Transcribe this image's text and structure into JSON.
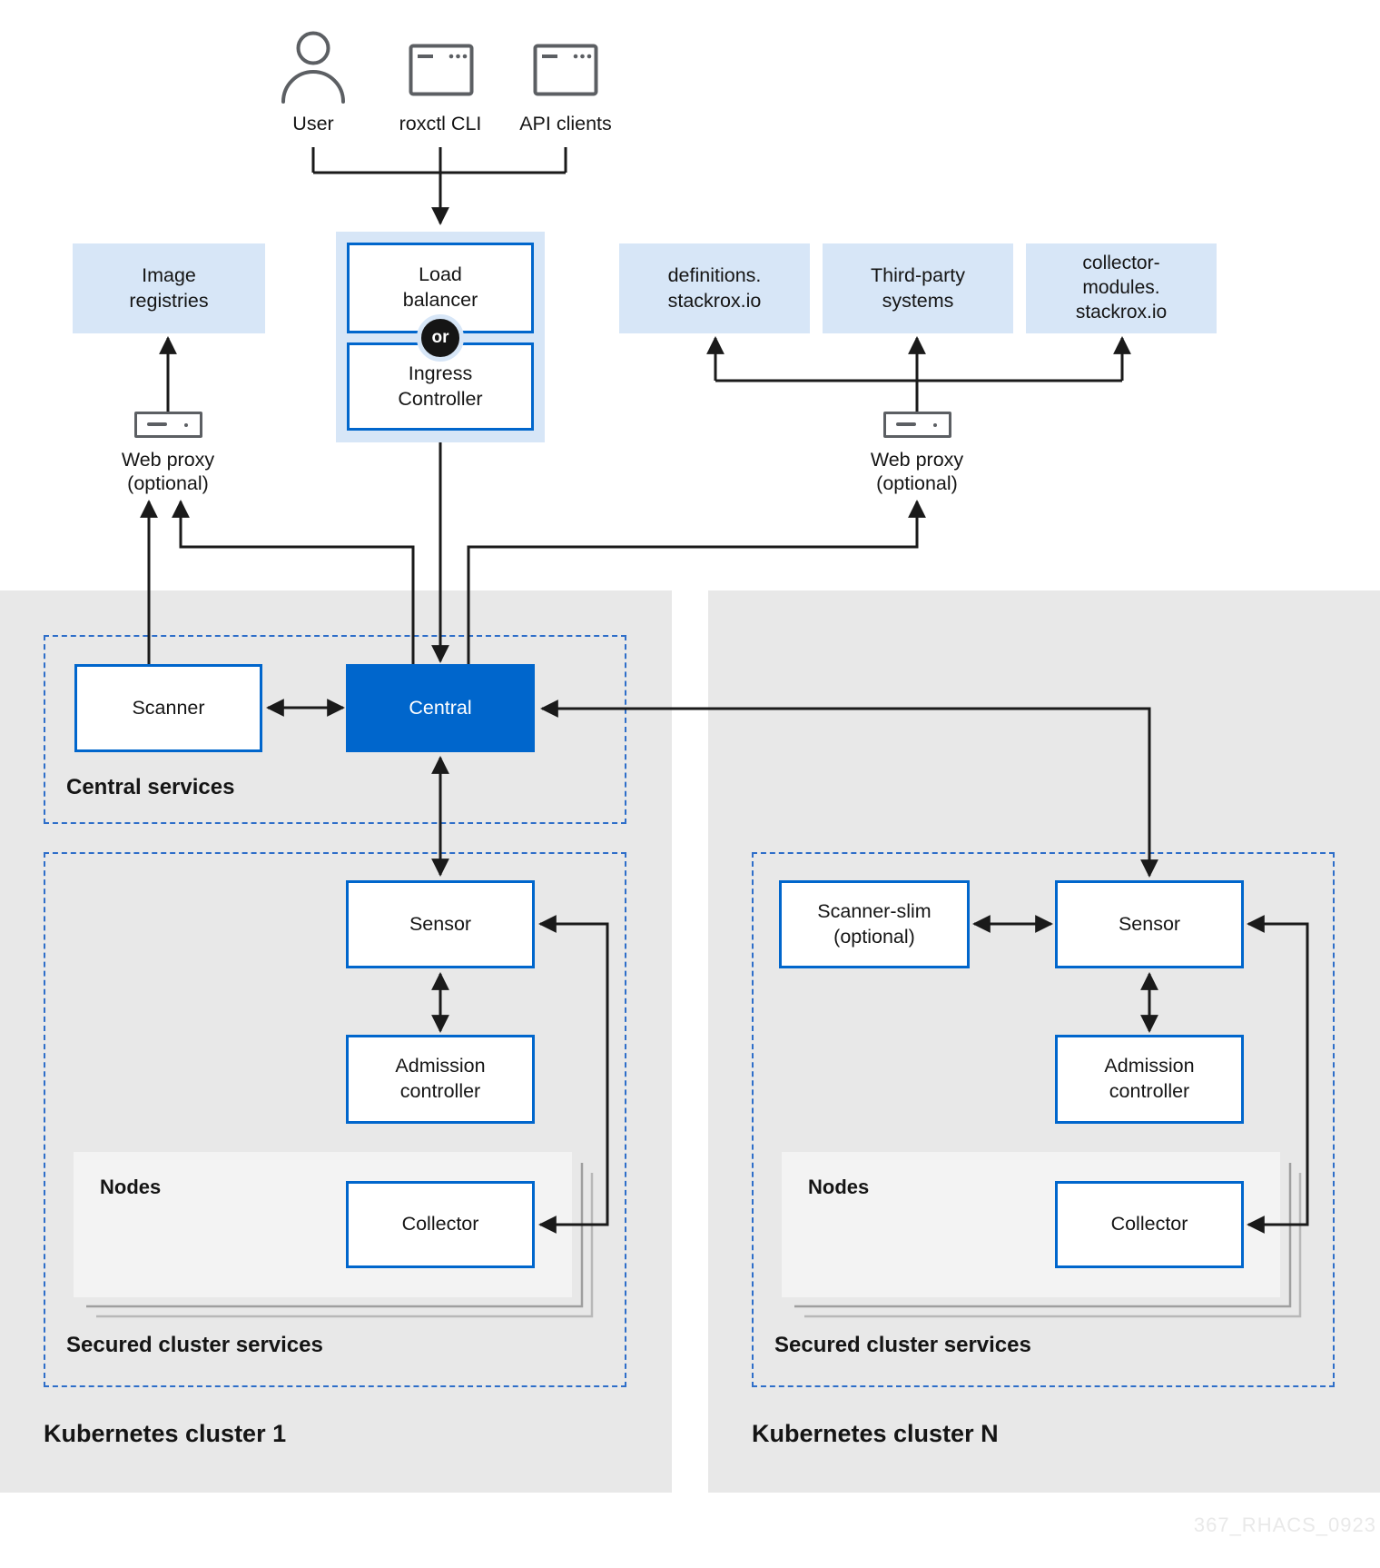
{
  "actors": {
    "user": "User",
    "roxctl": "roxctl CLI",
    "api": "API clients"
  },
  "gateway": {
    "load_balancer": "Load\nbalancer",
    "or": "or",
    "ingress": "Ingress\nController"
  },
  "external": {
    "image_registries": "Image\nregistries",
    "definitions": "definitions.\nstackrox.io",
    "third_party": "Third-party\nsystems",
    "collector_modules": "collector-\nmodules.\nstackrox.io",
    "web_proxy": "Web proxy",
    "web_proxy_optional": "(optional)"
  },
  "central_services": {
    "title": "Central services",
    "scanner": "Scanner",
    "central": "Central"
  },
  "cluster1": {
    "title": "Kubernetes cluster 1",
    "secured_title": "Secured cluster services",
    "sensor": "Sensor",
    "admission": "Admission\ncontroller",
    "nodes": "Nodes",
    "collector": "Collector"
  },
  "clusterN": {
    "title": "Kubernetes cluster N",
    "secured_title": "Secured cluster services",
    "scanner_slim": "Scanner-slim\n(optional)",
    "sensor": "Sensor",
    "admission": "Admission\ncontroller",
    "nodes": "Nodes",
    "collector": "Collector"
  },
  "watermark": "367_RHACS_0923",
  "colors": {
    "central_fill": "#0066cc",
    "box_border": "#0066cc",
    "light_blue_fill": "#d7e6f7",
    "dashed_border": "#2e6ec9",
    "panel_gray": "#e8e8e8",
    "nodes_panel": "#f3f3f3",
    "arrow": "#1a1a1a",
    "icon_gray": "#5c5f63",
    "watermark": "#e9e9e9"
  }
}
